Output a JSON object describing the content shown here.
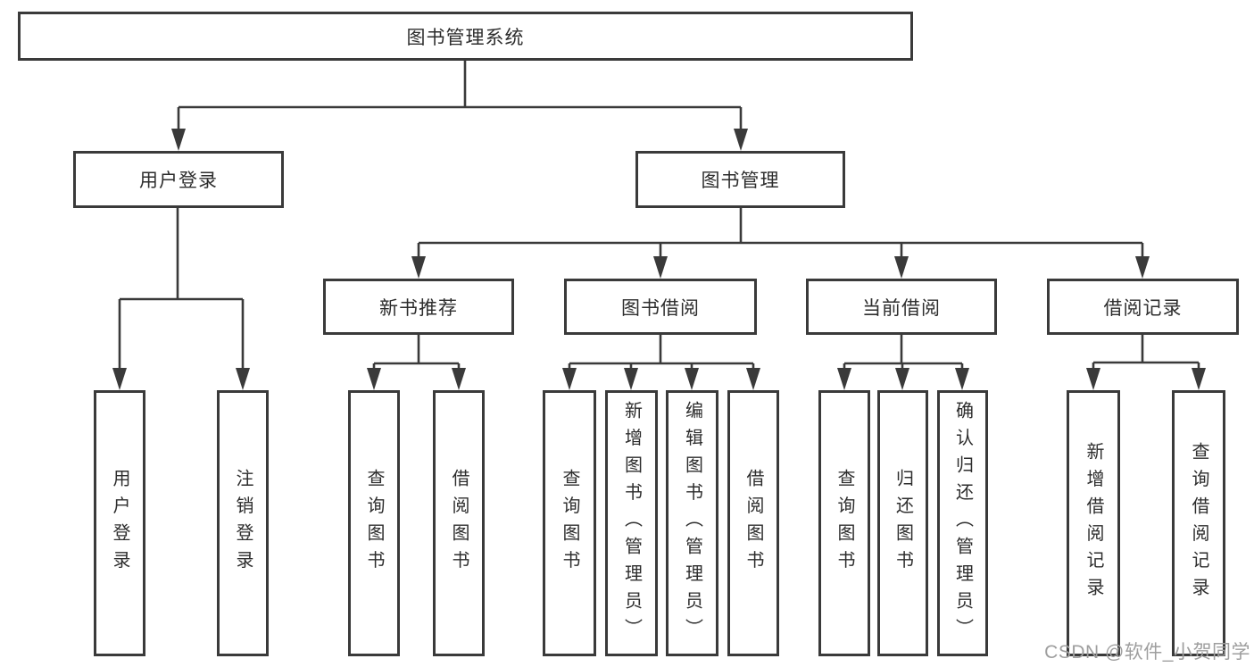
{
  "diagram": {
    "title": "图书管理系统",
    "nodes": [
      {
        "id": "root",
        "label": "图书管理系统",
        "parent": null,
        "orientation": "horizontal"
      },
      {
        "id": "user-login",
        "label": "用户登录",
        "parent": "root",
        "orientation": "horizontal"
      },
      {
        "id": "book-mgmt",
        "label": "图书管理",
        "parent": "root",
        "orientation": "horizontal"
      },
      {
        "id": "new-book-rec",
        "label": "新书推荐",
        "parent": "book-mgmt",
        "orientation": "horizontal"
      },
      {
        "id": "book-borrow",
        "label": "图书借阅",
        "parent": "book-mgmt",
        "orientation": "horizontal"
      },
      {
        "id": "current-borrow",
        "label": "当前借阅",
        "parent": "book-mgmt",
        "orientation": "horizontal"
      },
      {
        "id": "borrow-records",
        "label": "借阅记录",
        "parent": "book-mgmt",
        "orientation": "horizontal"
      },
      {
        "id": "login-leaf",
        "label": "用户登录",
        "parent": "user-login",
        "orientation": "vertical"
      },
      {
        "id": "logout-leaf",
        "label": "注销登录",
        "parent": "user-login",
        "orientation": "vertical"
      },
      {
        "id": "nb-query",
        "label": "查询图书",
        "parent": "new-book-rec",
        "orientation": "vertical"
      },
      {
        "id": "nb-borrow",
        "label": "借阅图书",
        "parent": "new-book-rec",
        "orientation": "vertical"
      },
      {
        "id": "bb-query",
        "label": "查询图书",
        "parent": "book-borrow",
        "orientation": "vertical"
      },
      {
        "id": "bb-add",
        "label": "新增图书（管理员）",
        "parent": "book-borrow",
        "orientation": "vertical"
      },
      {
        "id": "bb-edit",
        "label": "编辑图书（管理员）",
        "parent": "book-borrow",
        "orientation": "vertical"
      },
      {
        "id": "bb-borrow",
        "label": "借阅图书",
        "parent": "book-borrow",
        "orientation": "vertical"
      },
      {
        "id": "cb-query",
        "label": "查询图书",
        "parent": "current-borrow",
        "orientation": "vertical"
      },
      {
        "id": "cb-return",
        "label": "归还图书",
        "parent": "current-borrow",
        "orientation": "vertical"
      },
      {
        "id": "cb-confirm",
        "label": "确认归还（管理员）",
        "parent": "current-borrow",
        "orientation": "vertical"
      },
      {
        "id": "br-add",
        "label": "新增借阅记录",
        "parent": "borrow-records",
        "orientation": "vertical"
      },
      {
        "id": "br-query",
        "label": "查询借阅记录",
        "parent": "borrow-records",
        "orientation": "vertical"
      }
    ]
  },
  "watermark": {
    "text": "CSDN @软件_小贺同学"
  },
  "colors": {
    "line": "#3a3a3a",
    "border": "#3a3a3a",
    "text": "#2d2d2d",
    "background": "#ffffff",
    "watermark": "#9e9e9e"
  }
}
